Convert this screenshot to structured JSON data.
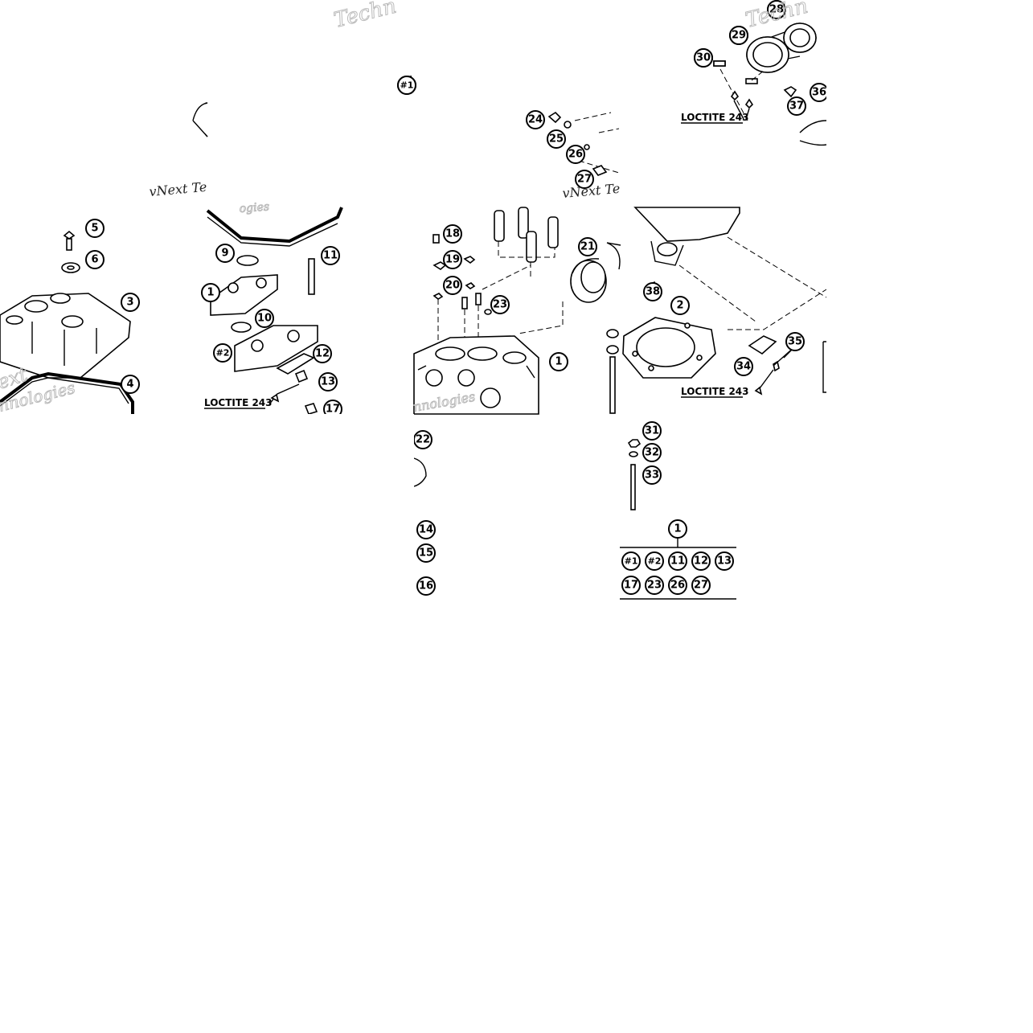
{
  "callouts": {
    "c2": "2",
    "c3": "3",
    "c4": "4",
    "c5": "5",
    "c6": "6",
    "c9": "9",
    "c10": "10",
    "c11": "11",
    "c12": "12",
    "c13": "13",
    "c14": "14",
    "c15": "15",
    "c16": "16",
    "c17": "17",
    "c18": "18",
    "c19": "19",
    "c20": "20",
    "c21": "21",
    "c22": "22",
    "c23": "23",
    "c24": "24",
    "c25": "25",
    "c26": "26",
    "c27": "27",
    "c28": "28",
    "c29": "29",
    "c30": "30",
    "c31": "31",
    "c32": "32",
    "c33": "33",
    "c34": "34",
    "c35": "35",
    "c36": "36",
    "c37": "37",
    "c38": "38",
    "c1a": "1",
    "c1b": "1",
    "c1c": "1",
    "p2": "#2",
    "p1": "#1"
  },
  "loctite": {
    "a": "LOCTITE 243",
    "b": "LOCTITE 243",
    "c": "LOCTITE 243"
  },
  "kit_table": {
    "header": "1",
    "row1": [
      "#1",
      "#2",
      "11",
      "12",
      "13"
    ],
    "row2": [
      "17",
      "23",
      "26",
      "27"
    ]
  },
  "watermark": {
    "w1": "Techn",
    "w2": "Techn",
    "w3": "vNext Te",
    "w4": "vNext Te",
    "w5": "ext",
    "w6": "nnologies",
    "w7": "ogies",
    "w8": "nnologies"
  }
}
